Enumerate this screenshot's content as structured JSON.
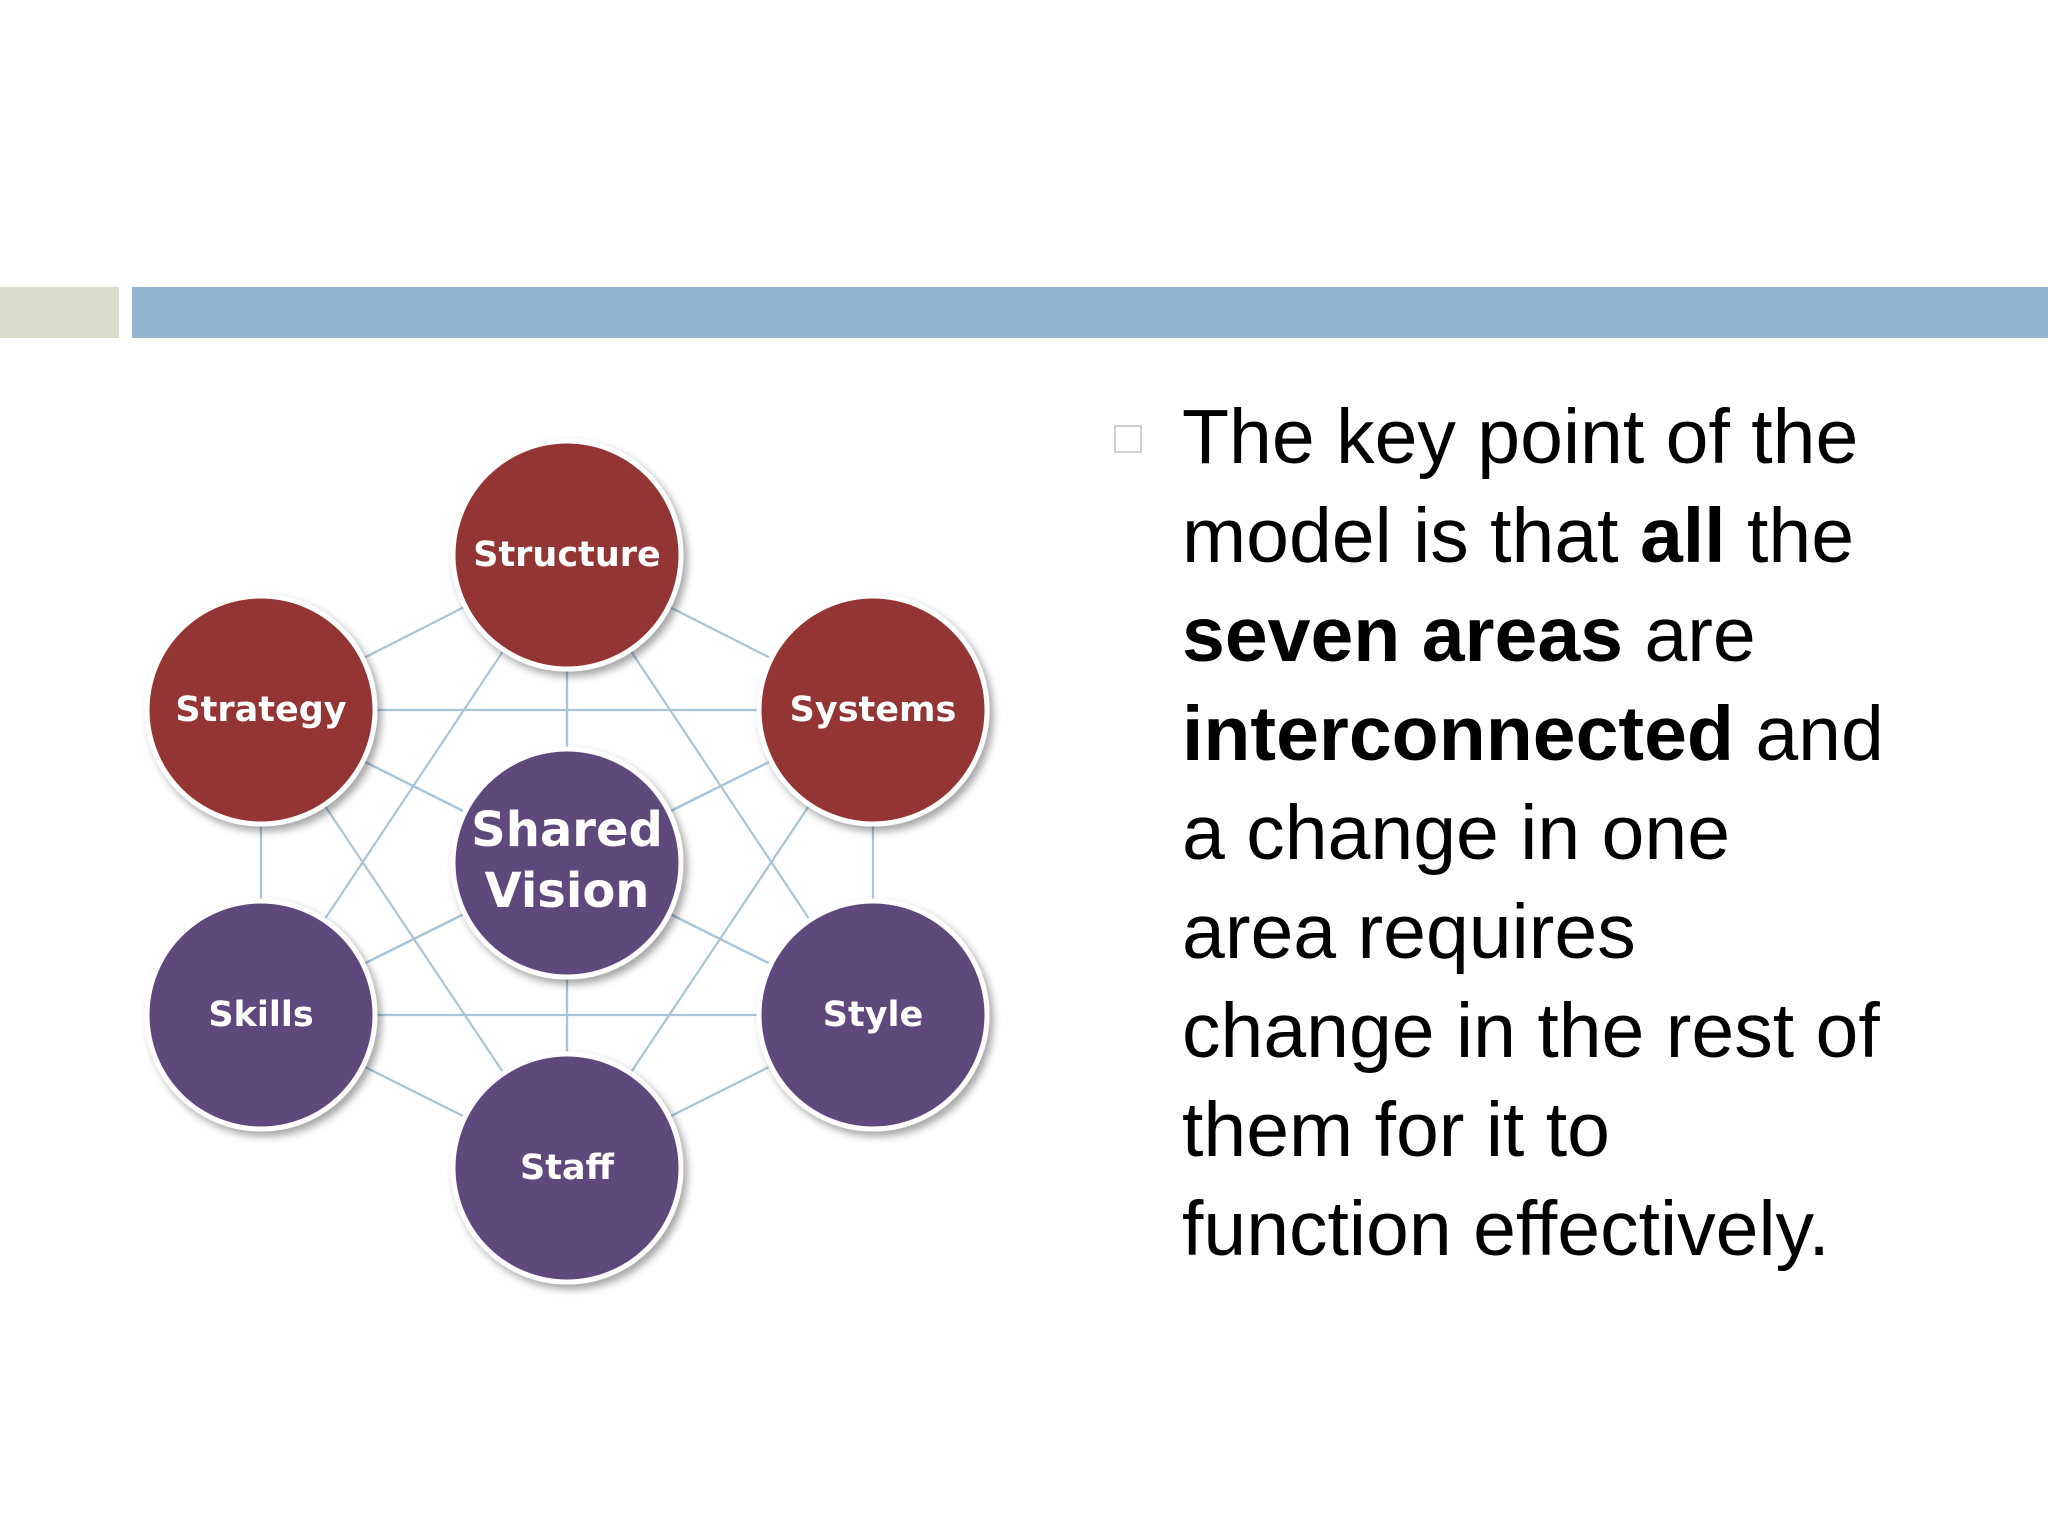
{
  "diagram": {
    "colors": {
      "red_node": "#943634",
      "purple_node": "#5e4a7c",
      "connector": "#a9c4d6"
    },
    "nodes": {
      "structure": "Structure",
      "strategy": "Strategy",
      "systems": "Systems",
      "shared_vision_line1": "Shared",
      "shared_vision_line2": "Vision",
      "skills": "Skills",
      "style": "Style",
      "staff": "Staff"
    }
  },
  "content": {
    "bullet": {
      "icon": "hollow-square-bullet",
      "lines": [
        [
          {
            "t": "The key point of the"
          }
        ],
        [
          {
            "t": "model is that "
          },
          {
            "t": "all",
            "bold": true
          },
          {
            "t": " the"
          }
        ],
        [
          {
            "t": "seven areas",
            "bold": true
          },
          {
            "t": " are"
          }
        ],
        [
          {
            "t": "interconnected",
            "bold": true
          },
          {
            "t": " and"
          }
        ],
        [
          {
            "t": "a change in one"
          }
        ],
        [
          {
            "t": "area requires"
          }
        ],
        [
          {
            "t": "change in the rest of"
          }
        ],
        [
          {
            "t": "them for it to"
          }
        ],
        [
          {
            "t": "function effectively."
          }
        ]
      ]
    }
  }
}
